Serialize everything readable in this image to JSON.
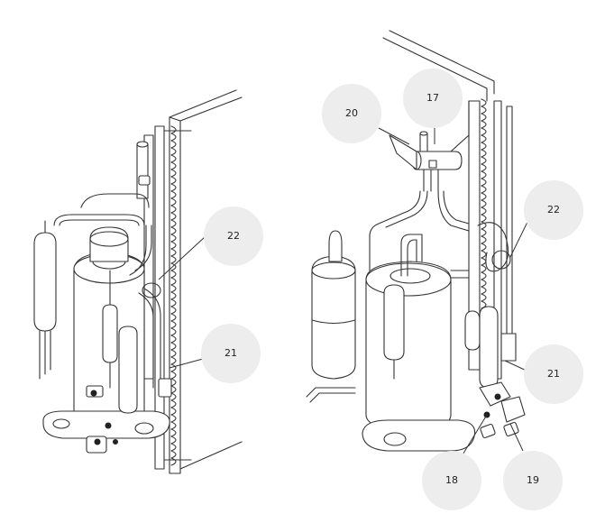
{
  "diagram": {
    "left_unit": {
      "callouts": [
        {
          "id": "22",
          "label": "22"
        },
        {
          "id": "21",
          "label": "21"
        }
      ]
    },
    "right_unit": {
      "callouts": [
        {
          "id": "20",
          "label": "20"
        },
        {
          "id": "17",
          "label": "17"
        },
        {
          "id": "22",
          "label": "22"
        },
        {
          "id": "21",
          "label": "21"
        },
        {
          "id": "18",
          "label": "18"
        },
        {
          "id": "19",
          "label": "19"
        }
      ]
    }
  }
}
